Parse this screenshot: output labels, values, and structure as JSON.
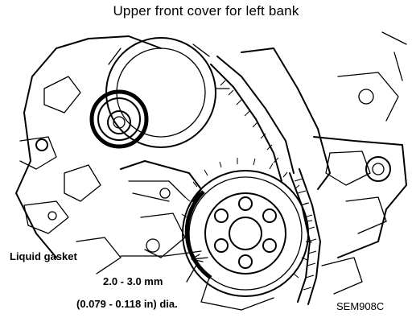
{
  "diagram": {
    "title": "Upper front cover for left bank",
    "labels": {
      "gasket": "Liquid gasket",
      "size_mm": "2.0 - 3.0 mm",
      "size_in": "(0.079 - 0.118 in) dia.",
      "code": "SEM908C"
    },
    "colors": {
      "ink": "#000000",
      "paper": "#ffffff"
    }
  }
}
